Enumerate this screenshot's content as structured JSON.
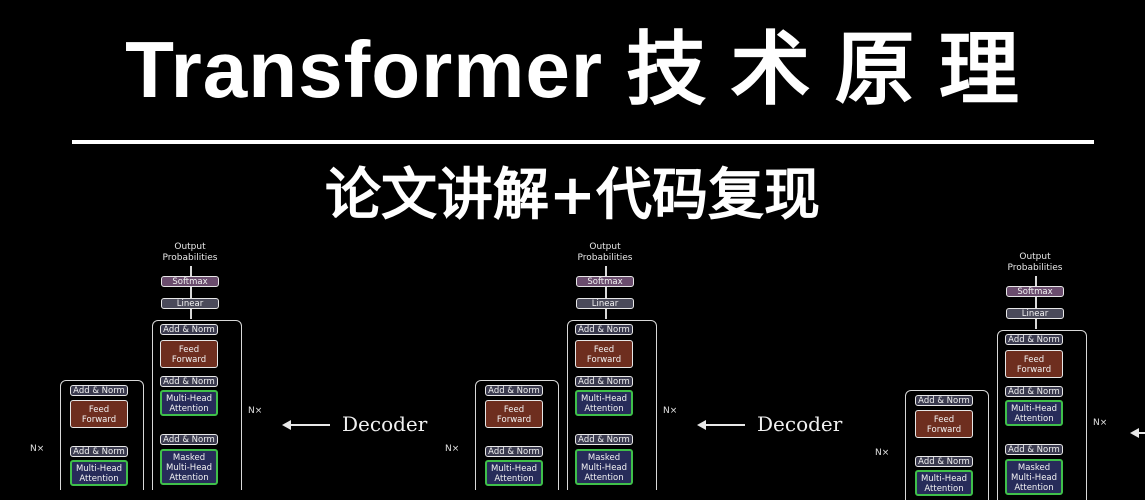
{
  "title": "Transformer 技 术 原 理",
  "subtitle": "论文讲解+代码复现",
  "diagram": {
    "output_label_line1": "Output",
    "output_label_line2": "Probabilities",
    "softmax": "Softmax",
    "linear": "Linear",
    "add_norm": "Add & Norm",
    "feed_forward_line1": "Feed",
    "feed_forward_line2": "Forward",
    "multi_head_line1": "Multi-Head",
    "multi_head_line2": "Attention",
    "masked_line1": "Masked",
    "masked_line2": "Multi-Head",
    "masked_line3": "Attention",
    "nx": "N×",
    "decoder": "Decoder"
  },
  "colors": {
    "background": "#000000",
    "attention_border": "#3fbf4a",
    "attention_fill": "#272c5a",
    "feed_forward_fill": "#6e2e1f",
    "softmax_fill": "#6a4c6d"
  }
}
